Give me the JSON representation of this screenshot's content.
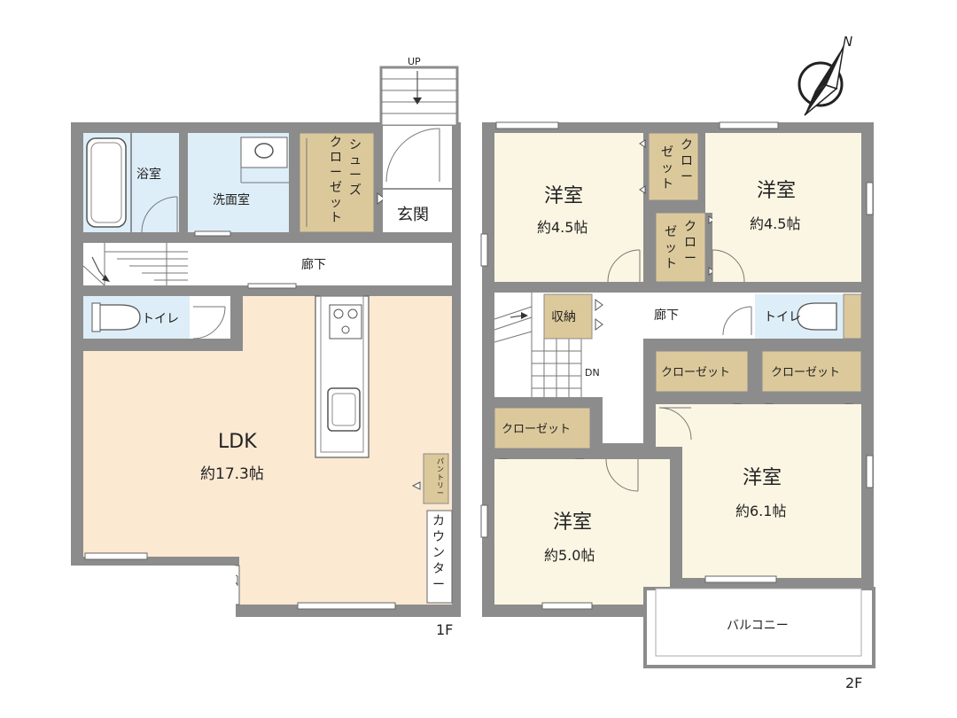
{
  "compass": {
    "north_label": "N"
  },
  "floor1": {
    "label": "1F",
    "up_top": "UP",
    "bath": "浴室",
    "washroom": "洗面室",
    "shoe_closet": [
      "シ",
      "ュ",
      "ー",
      "ズ"
    ],
    "shoe_closet_2": [
      "ク",
      "ロ",
      "ー",
      "ゼ",
      "ッ",
      "ト"
    ],
    "entrance": "玄関",
    "stair_up": "UP",
    "hallway": "廊下",
    "toilet": "トイレ",
    "ldk_name": "LDK",
    "ldk_size": "約17.3帖",
    "pantry": [
      "パ",
      "ン",
      "ト",
      "リ",
      "ー"
    ],
    "counter": [
      "カ",
      "ウ",
      "ン",
      "タ",
      "ー"
    ]
  },
  "floor2": {
    "label": "2F",
    "room_a_name": "洋室",
    "room_a_size": "約4.5帖",
    "room_b_name": "洋室",
    "room_b_size": "約4.5帖",
    "closet_top_1": [
      "ク",
      "ロ",
      "ー"
    ],
    "closet_top_2": [
      "ゼ",
      "ッ",
      "ト"
    ],
    "closet_mid_1": [
      "ク",
      "ロ",
      "ー"
    ],
    "closet_mid_2": [
      "ゼ",
      "ッ",
      "ト"
    ],
    "storage": "収納",
    "hallway": "廊下",
    "toilet": "トイレ",
    "stair_dn": "DN",
    "closet_1": "クローゼット",
    "closet_2": "クローゼット",
    "closet_3": "クローゼット",
    "room_c_name": "洋室",
    "room_c_size": "約6.1帖",
    "room_d_name": "洋室",
    "room_d_size": "約5.0帖",
    "balcony": "バルコニー"
  }
}
